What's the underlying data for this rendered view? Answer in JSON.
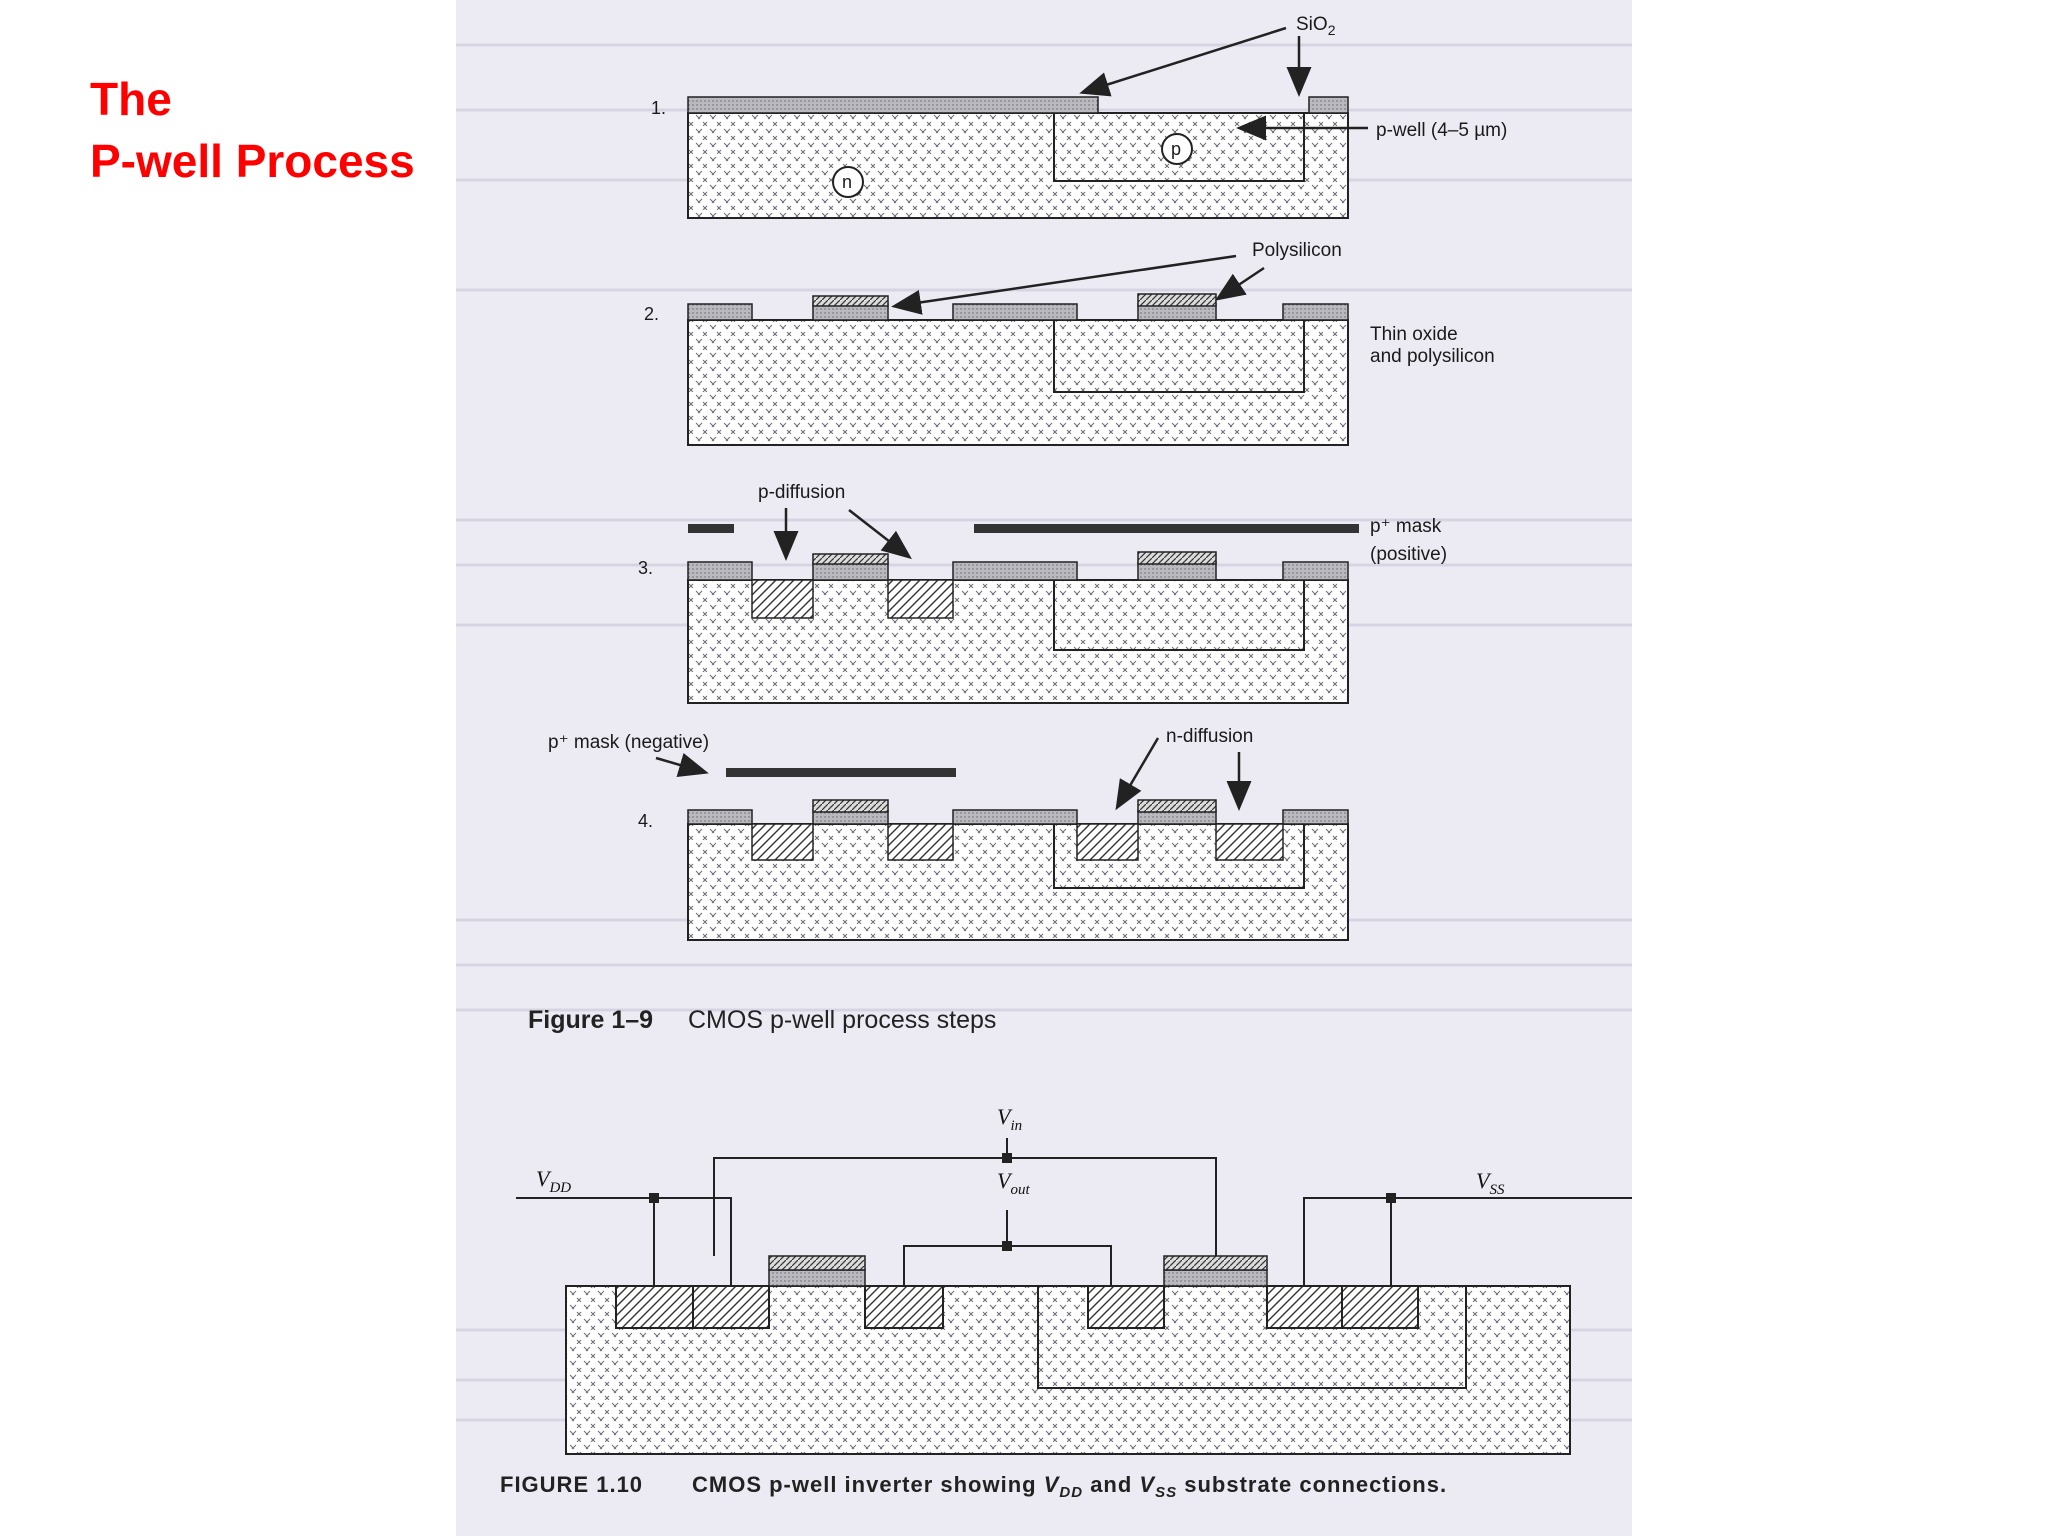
{
  "slide": {
    "title_line1": "The",
    "title_line2": "P-well Process"
  },
  "figure_1_9": {
    "caption_prefix": "Figure 1–9",
    "caption_text": "CMOS p-well process steps",
    "steps": [
      "1.",
      "2.",
      "3.",
      "4."
    ],
    "labels": {
      "sio2_main": "SiO",
      "sio2_sub": "2",
      "p_well": "p-well (4–5 µm)",
      "n_region": "n",
      "p_region": "p",
      "polysilicon": "Polysilicon",
      "thin_oxide_line1": "Thin  oxide",
      "thin_oxide_line2": "and polysilicon",
      "p_diffusion": "p-diffusion",
      "p_mask_pos_line1": "p⁺ mask",
      "p_mask_pos_line2": "(positive)",
      "p_mask_neg": "p⁺ mask (negative)",
      "n_diffusion": "n-diffusion"
    }
  },
  "figure_1_10": {
    "caption_prefix": "FIGURE 1.10",
    "caption_text_a": "CMOS p-well inverter showing ",
    "caption_vdd_main": "V",
    "caption_vdd_sub": "DD",
    "caption_text_b": " and ",
    "caption_vss_main": "V",
    "caption_vss_sub": "SS",
    "caption_text_c": " substrate connections.",
    "labels": {
      "vdd_main": "V",
      "vdd_sub": "DD",
      "vss_main": "V",
      "vss_sub": "SS",
      "vin_main": "V",
      "vin_sub": "in",
      "vout_main": "V",
      "vout_sub": "out"
    }
  },
  "colors": {
    "title": "#ff0000",
    "page_scan": "#ecebf3",
    "ink": "#222222"
  }
}
